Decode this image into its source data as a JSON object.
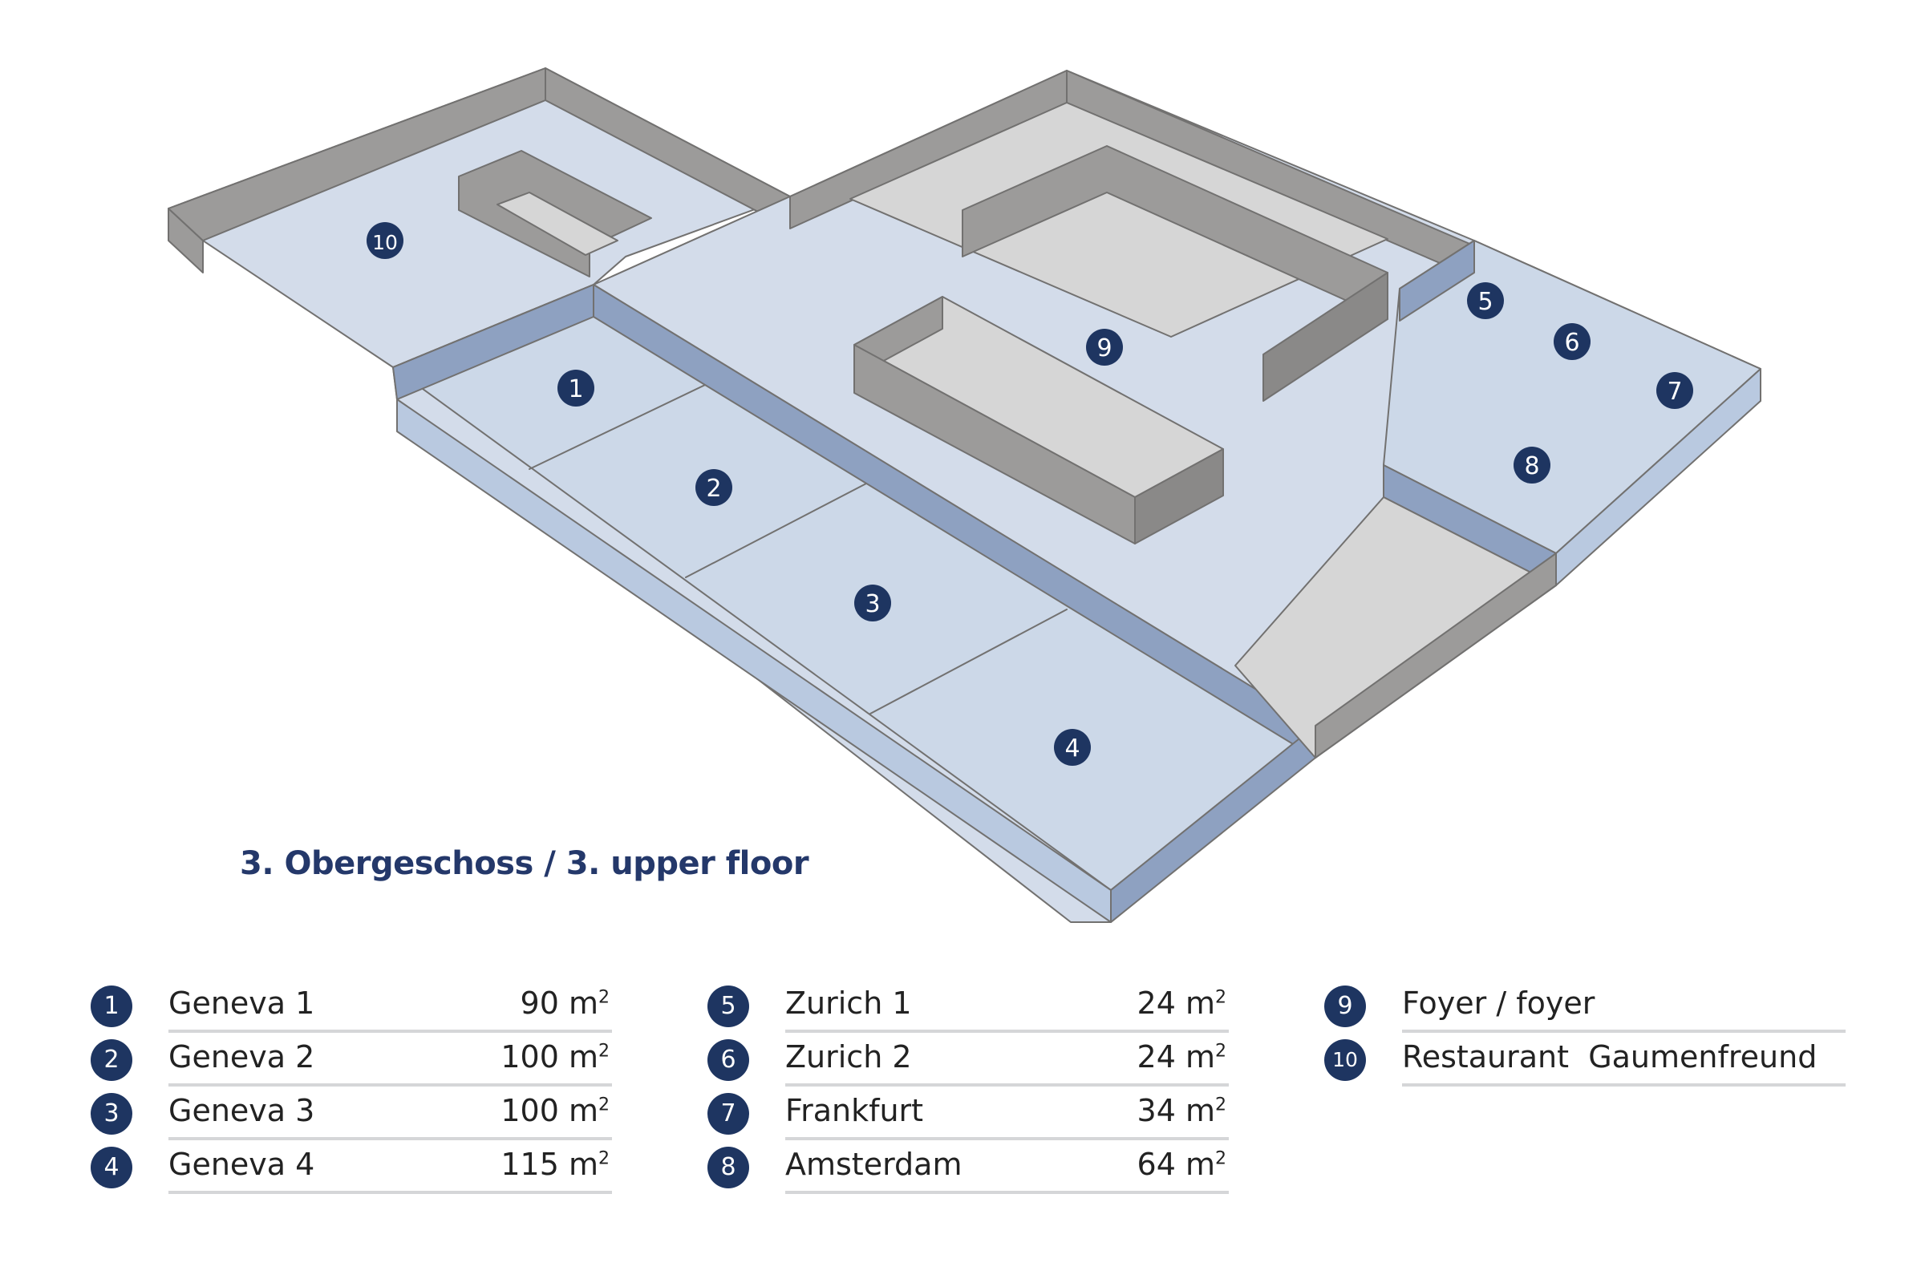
{
  "floor": {
    "title": "3. Obergeschoss / 3. upper floor"
  },
  "markers": [
    "1",
    "2",
    "3",
    "4",
    "5",
    "6",
    "7",
    "8",
    "9",
    "10"
  ],
  "legend": {
    "area_unit": "m",
    "area_exponent": "2",
    "columns": [
      {
        "rooms": [
          {
            "number": "1",
            "name": "Geneva 1",
            "area": "90"
          },
          {
            "number": "2",
            "name": "Geneva 2",
            "area": "100"
          },
          {
            "number": "3",
            "name": "Geneva 3",
            "area": "100"
          },
          {
            "number": "4",
            "name": "Geneva 4",
            "area": "115"
          }
        ]
      },
      {
        "rooms": [
          {
            "number": "5",
            "name": "Zurich 1",
            "area": "24"
          },
          {
            "number": "6",
            "name": "Zurich 2",
            "area": "24"
          },
          {
            "number": "7",
            "name": "Frankfurt",
            "area": "34"
          },
          {
            "number": "8",
            "name": "Amsterdam",
            "area": "64"
          }
        ]
      },
      {
        "rooms": [
          {
            "number": "9",
            "name": "Foyer / foyer"
          },
          {
            "number": "10",
            "name": "Restaurant  Gaumenfreund"
          }
        ]
      }
    ]
  },
  "colors": {
    "wall": "#9c9b9a",
    "wall_top": "#767574",
    "floor": "#d3dcea",
    "glass_wall": "#8ea1c1",
    "marker": "#1e3561",
    "title": "#24386a"
  }
}
